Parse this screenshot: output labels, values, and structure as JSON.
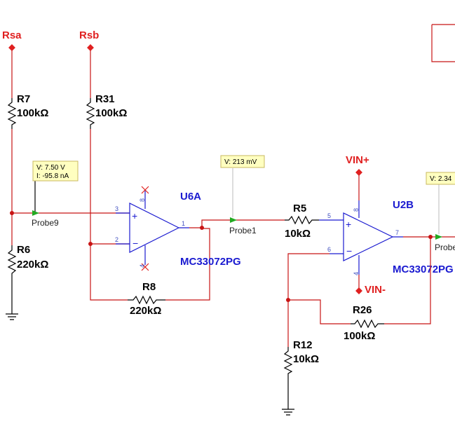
{
  "nets": {
    "rsa": "Rsa",
    "rsb": "Rsb",
    "vin_plus": "VIN+",
    "vin_minus": "VIN-"
  },
  "resistors": {
    "r7": {
      "name": "R7",
      "value": "100kΩ"
    },
    "r31": {
      "name": "R31",
      "value": "100kΩ"
    },
    "r6": {
      "name": "R6",
      "value": "220kΩ"
    },
    "r8": {
      "name": "R8",
      "value": "220kΩ"
    },
    "r5": {
      "name": "R5",
      "value": "10kΩ"
    },
    "r26": {
      "name": "R26",
      "value": "100kΩ"
    },
    "r12": {
      "name": "R12",
      "value": "10kΩ"
    }
  },
  "opamps": {
    "u6a": {
      "name": "U6A",
      "part": "MC33072PG",
      "pins": {
        "in_plus": "3",
        "in_minus": "2",
        "out": "1",
        "vplus": "8",
        "vminus": "4"
      }
    },
    "u2b": {
      "name": "U2B",
      "part": "MC33072PG",
      "pins": {
        "in_plus": "5",
        "in_minus": "6",
        "out": "7",
        "vplus": "8",
        "vminus": "4"
      }
    }
  },
  "probes": {
    "probe9": {
      "name": "Probe9",
      "voltage": "V: 7.50 V",
      "current": "I: -95.8 nA"
    },
    "probe1": {
      "name": "Probe1",
      "voltage": "V: 213 mV"
    },
    "probe_out": {
      "name": "Probe",
      "voltage": "V: 2.34"
    }
  },
  "colors": {
    "wire": "#c81414",
    "opamp": "#1a1ad0",
    "probe_arrow": "#22aa22",
    "tooltip": "#ffffc0"
  }
}
